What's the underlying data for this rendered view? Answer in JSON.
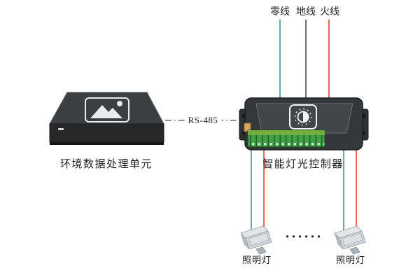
{
  "diagram": {
    "top_wires": [
      {
        "name": "neutral",
        "label": "零线",
        "color": "#3795a0"
      },
      {
        "name": "ground",
        "label": "地线",
        "color": "#4d4d4d"
      },
      {
        "name": "live",
        "label": "火线",
        "color": "#e23d35"
      }
    ],
    "bus_label": "RS-485",
    "processor_label": "环境数据处理单元",
    "controller_label": "智能灯光控制器",
    "lamp_labels": [
      "照明灯",
      "照明灯"
    ],
    "ellipsis": "······",
    "accent_colors": {
      "terminal_green": "#43a047",
      "device_dark": "#35383b"
    }
  }
}
